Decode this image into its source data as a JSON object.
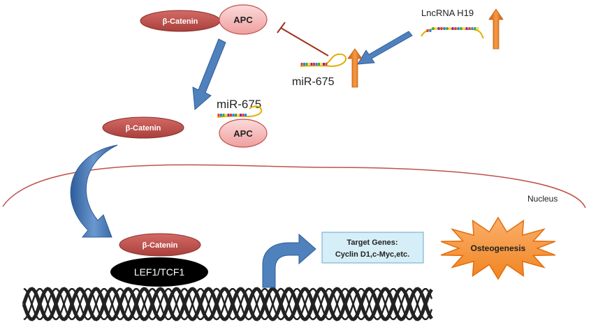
{
  "labels": {
    "beta_catenin": "β-Catenin",
    "apc": "APC",
    "lncrna": "LncRNA H19",
    "mir": "miR-675",
    "nucleus": "Nucleus",
    "lef": "LEF1/TCF1",
    "target_line1": "Target Genes:",
    "target_line2": "Cyclin D1,c-Myc,etc.",
    "osteogenesis": "Osteogenesis"
  },
  "colors": {
    "catenin_fill": "#c0504d",
    "apc_fill": "#f4b8b8",
    "apc_stroke": "#c0504d",
    "arrow_blue": "#4f81bd",
    "arrow_blue_dark": "#2e5c99",
    "up_arrow": "#e46c0a",
    "inhibit_line": "#a0301c",
    "nucleus_line": "#c0504d",
    "target_fill": "#d6eef7",
    "burst_fill": "#f79646",
    "burst_stroke": "#e46c0a",
    "dna": "#222222"
  }
}
